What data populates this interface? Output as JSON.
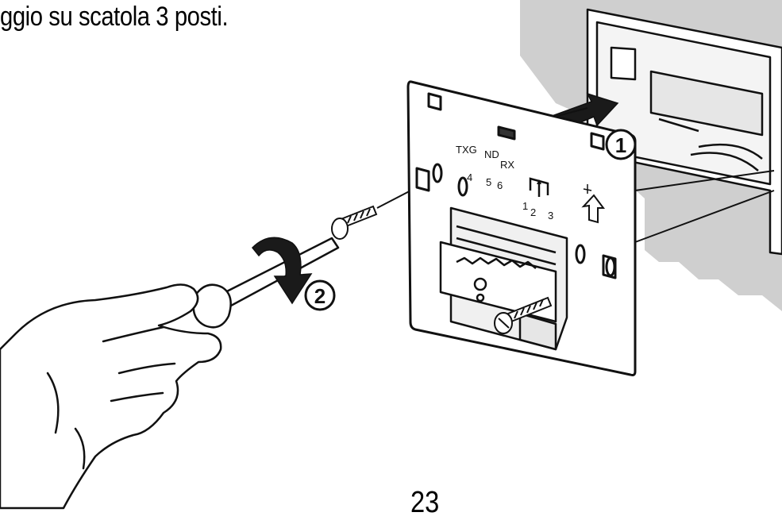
{
  "caption": "ggio su scatola 3 posti.",
  "page_number": "23",
  "plate_labels": {
    "txg": "TXG",
    "nd": "ND",
    "rx": "RX",
    "n4": "4",
    "n5": "5",
    "n6": "6",
    "n1": "1",
    "n2": "2",
    "n3": "3"
  },
  "steps": {
    "step1": "1",
    "step2": "2"
  },
  "colors": {
    "wall": "#cfcfcf",
    "line": "#111111",
    "arrow": "#1a1a1a"
  }
}
